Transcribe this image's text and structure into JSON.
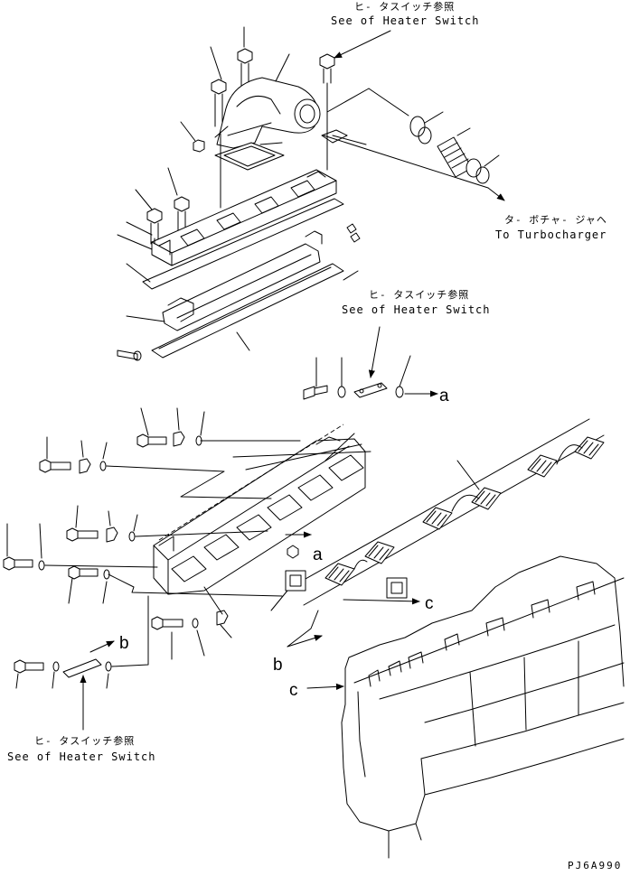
{
  "labels": {
    "heater_switch_top_jp": "ヒ- タスイッチ参照",
    "heater_switch_top_en": "See of Heater Switch",
    "turbo_jp": "タ- ボチャ- ジャヘ",
    "turbo_en": "To Turbocharger",
    "heater_switch_mid_jp": "ヒ- タスイッチ参照",
    "heater_switch_mid_en": "See of Heater Switch",
    "heater_switch_bottom_jp": "ヒ- タスイッチ参照",
    "heater_switch_bottom_en": "See of Heater Switch"
  },
  "refs": {
    "a1": "a",
    "a2": "a",
    "b1": "b",
    "b2": "b",
    "c1": "c",
    "c2": "c"
  },
  "drawing_code": "PJ6A990"
}
